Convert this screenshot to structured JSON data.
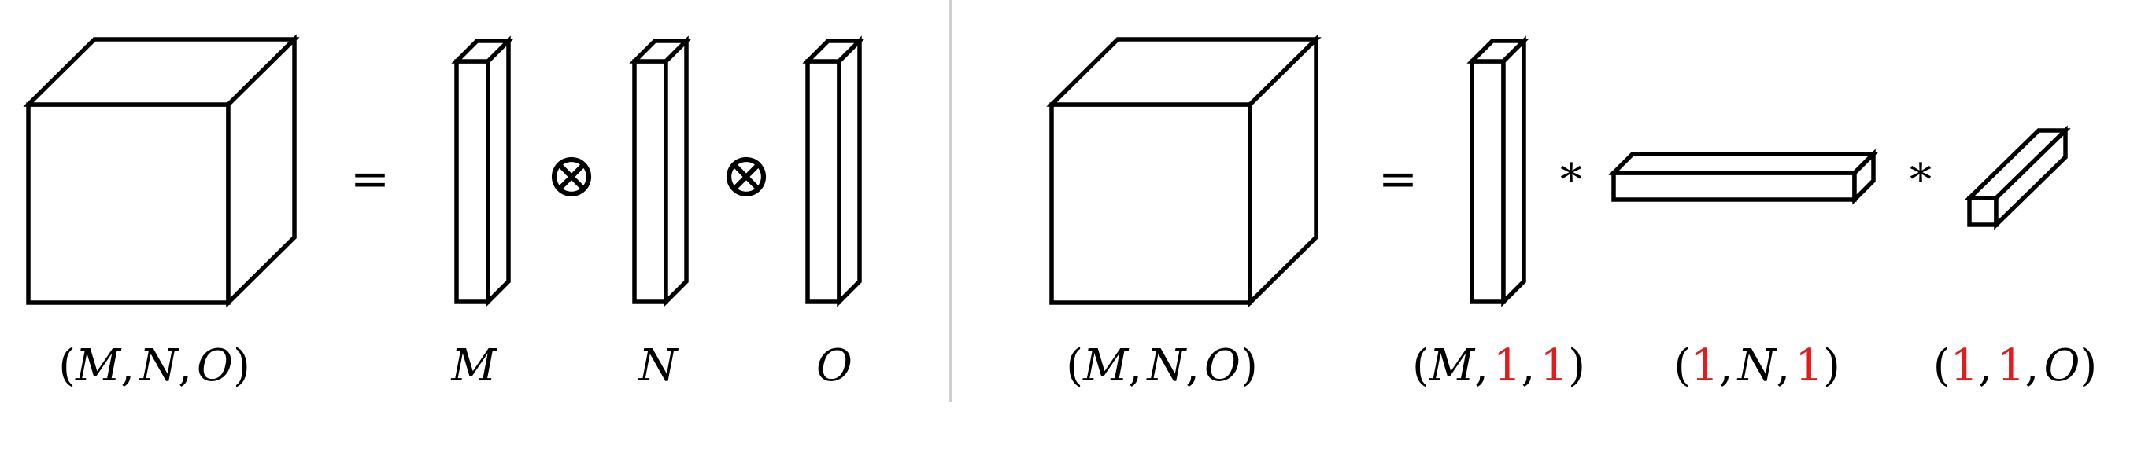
{
  "left_panel": {
    "operators": {
      "equals": "=",
      "outer_product_1": "⊗",
      "outer_product_2": "⊗"
    },
    "labels": {
      "tensor": {
        "open": "(",
        "m": "M",
        "c1": ",",
        "n": "N",
        "c2": ",",
        "o": "O",
        "close": ")"
      },
      "vector_m": "M",
      "vector_n": "N",
      "vector_o": "O"
    }
  },
  "right_panel": {
    "operators": {
      "equals": "=",
      "multiply_1": "*",
      "multiply_2": "*"
    },
    "labels": {
      "tensor": {
        "open": "(",
        "m": "M",
        "c1": ",",
        "n": "N",
        "c2": ",",
        "o": "O",
        "close": ")"
      },
      "shape_m": {
        "open": "(",
        "m": "M",
        "c1": ",",
        "one_a": "1",
        "c2": ",",
        "one_b": "1",
        "close": ")"
      },
      "shape_n": {
        "open": "(",
        "one_a": "1",
        "c1": ",",
        "n": "N",
        "c2": ",",
        "one_b": "1",
        "close": ")"
      },
      "shape_o": {
        "open": "(",
        "one_a": "1",
        "c1": ",",
        "one_b": "1",
        "c2": ",",
        "o": "O",
        "close": ")"
      }
    }
  },
  "colors": {
    "stroke": "#000000",
    "highlight": "#e31b1b",
    "divider": "#cfcfcf"
  }
}
